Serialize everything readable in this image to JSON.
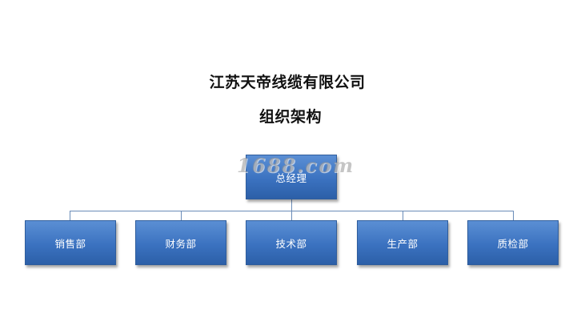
{
  "diagram": {
    "title": "江苏天帝线缆有限公司",
    "subtitle": "组织架构",
    "root": {
      "label": "总经理"
    },
    "children": [
      {
        "label": "销售部"
      },
      {
        "label": "财务部"
      },
      {
        "label": "技术部"
      },
      {
        "label": "生产部"
      },
      {
        "label": "质检部"
      }
    ]
  },
  "watermark": {
    "text": "1688.com"
  },
  "colors": {
    "node_fill": "#3b72c0",
    "node_border": "#2f5d9c",
    "connector": "#6a8cb8",
    "title_text": "#111111"
  }
}
